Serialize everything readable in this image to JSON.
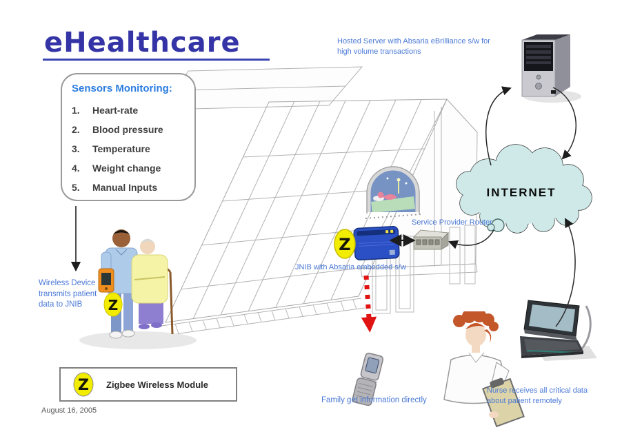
{
  "colors": {
    "title_blue": "#3434a6",
    "label_blue": "#4a78d6",
    "heading_blue": "#2b7ce0",
    "zigbee_yellow": "#f2ec00",
    "jnib_blue": "#2b50c6",
    "cloud_fill": "#cfe9e9",
    "alert_red": "#e01212"
  },
  "header": {
    "title": "eHealthcare"
  },
  "sensors_panel": {
    "heading": "Sensors Monitoring:",
    "items": [
      {
        "num": "1.",
        "label": "Heart-rate"
      },
      {
        "num": "2.",
        "label": "Blood pressure"
      },
      {
        "num": "3.",
        "label": "Temperature"
      },
      {
        "num": "4.",
        "label": "Weight change"
      },
      {
        "num": "5.",
        "label": "Manual Inputs"
      }
    ]
  },
  "annotations": {
    "hosted_server": "Hosted Server with Absaria eBrilliance s/w for\nhigh volume transactions",
    "service_provider_router": "Service Provider Router",
    "jnib": "JNIB  with Absaria embedded s/w",
    "wireless_device": "Wireless Device\ntransmits patient\ndata to JNIB",
    "family": "Family get information directly",
    "nurse": "Nurse receives all critical data\nabout patient remotely"
  },
  "internet_cloud": {
    "label": "INTERNET"
  },
  "zigbee": {
    "symbol": "Z"
  },
  "legend": {
    "symbol": "Z",
    "label": "Zigbee Wireless Module"
  },
  "footer": {
    "date": "August 16, 2005"
  }
}
